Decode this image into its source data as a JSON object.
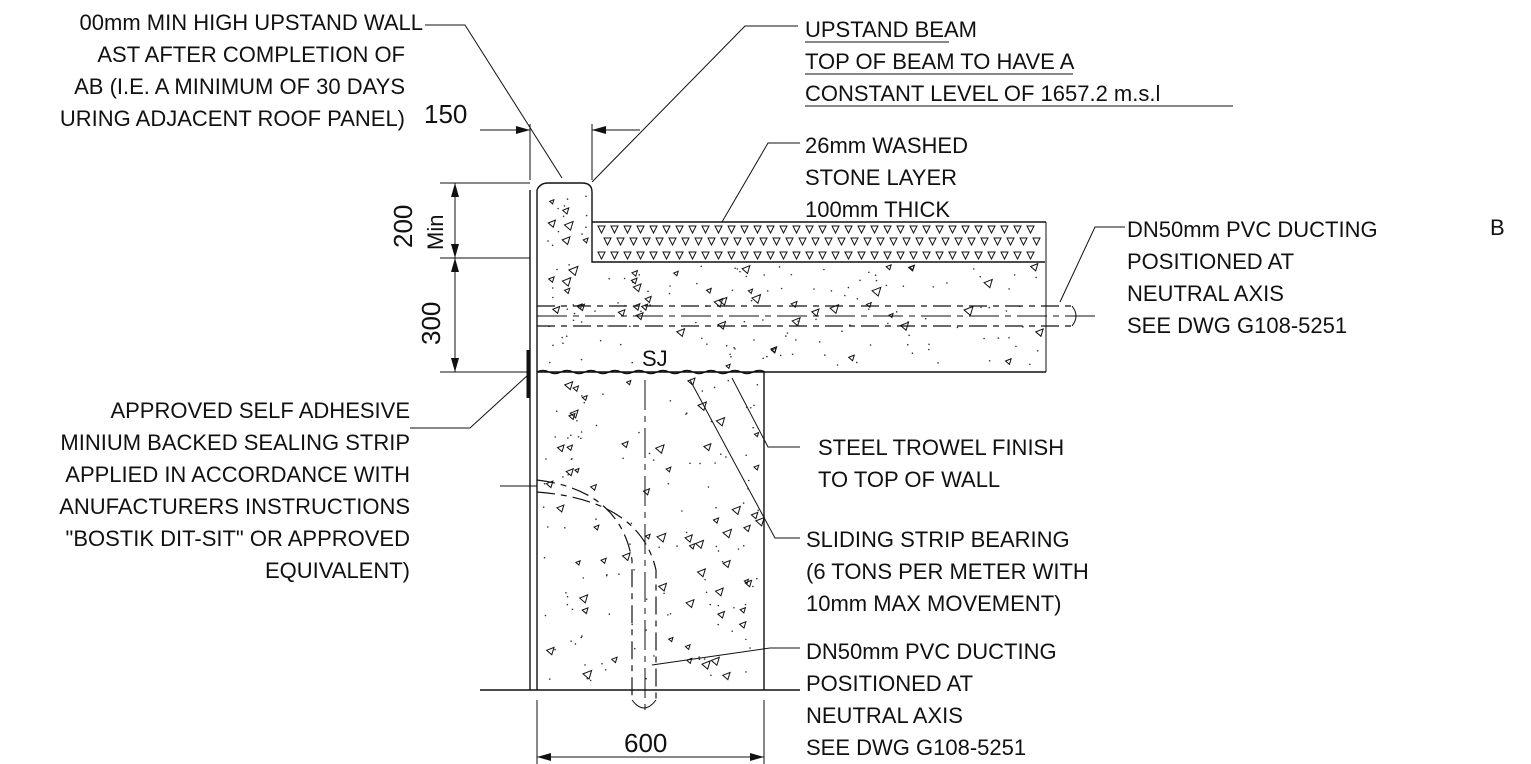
{
  "labels": {
    "upstand_wall": [
      "00mm MIN HIGH UPSTAND WALL",
      "AST  AFTER  COMPLETION  OF",
      "AB (I.E. A MINIMUM OF 30 DAYS",
      "URING ADJACENT ROOF PANEL)"
    ],
    "upstand_beam": [
      "UPSTAND BEAM",
      "TOP OF BEAM TO HAVE A",
      "CONSTANT LEVEL OF 1657.2 m.s.l"
    ],
    "stone_layer": [
      "26mm WASHED",
      "STONE LAYER",
      "100mm THICK"
    ],
    "ducting_top": [
      "DN50mm PVC DUCTING",
      "POSITIONED AT",
      "NEUTRAL AXIS",
      "SEE DWG G108-5251"
    ],
    "sealing_strip": [
      "APPROVED SELF ADHESIVE",
      "MINIUM BACKED SEALING STRIP",
      "APPLIED IN ACCORDANCE WITH",
      "ANUFACTURERS INSTRUCTIONS",
      "\"BOSTIK DIT-SIT\" OR APPROVED",
      "EQUIVALENT)"
    ],
    "trowel_finish": [
      "STEEL TROWEL FINISH",
      "TO TOP OF WALL"
    ],
    "sliding_strip": [
      "SLIDING STRIP BEARING",
      "(6 TONS PER METER WITH",
      "10mm MAX MOVEMENT)"
    ],
    "ducting_bottom": [
      "DN50mm PVC DUCTING",
      "POSITIONED AT",
      "NEUTRAL AXIS",
      "SEE DWG G108-5251"
    ],
    "sj": "SJ",
    "edge_fragment": "B"
  },
  "dimensions": {
    "upstand_width": "150",
    "upstand_height": "200",
    "upstand_height_note": "Min",
    "slab_thickness": "300",
    "wall_width": "600"
  }
}
